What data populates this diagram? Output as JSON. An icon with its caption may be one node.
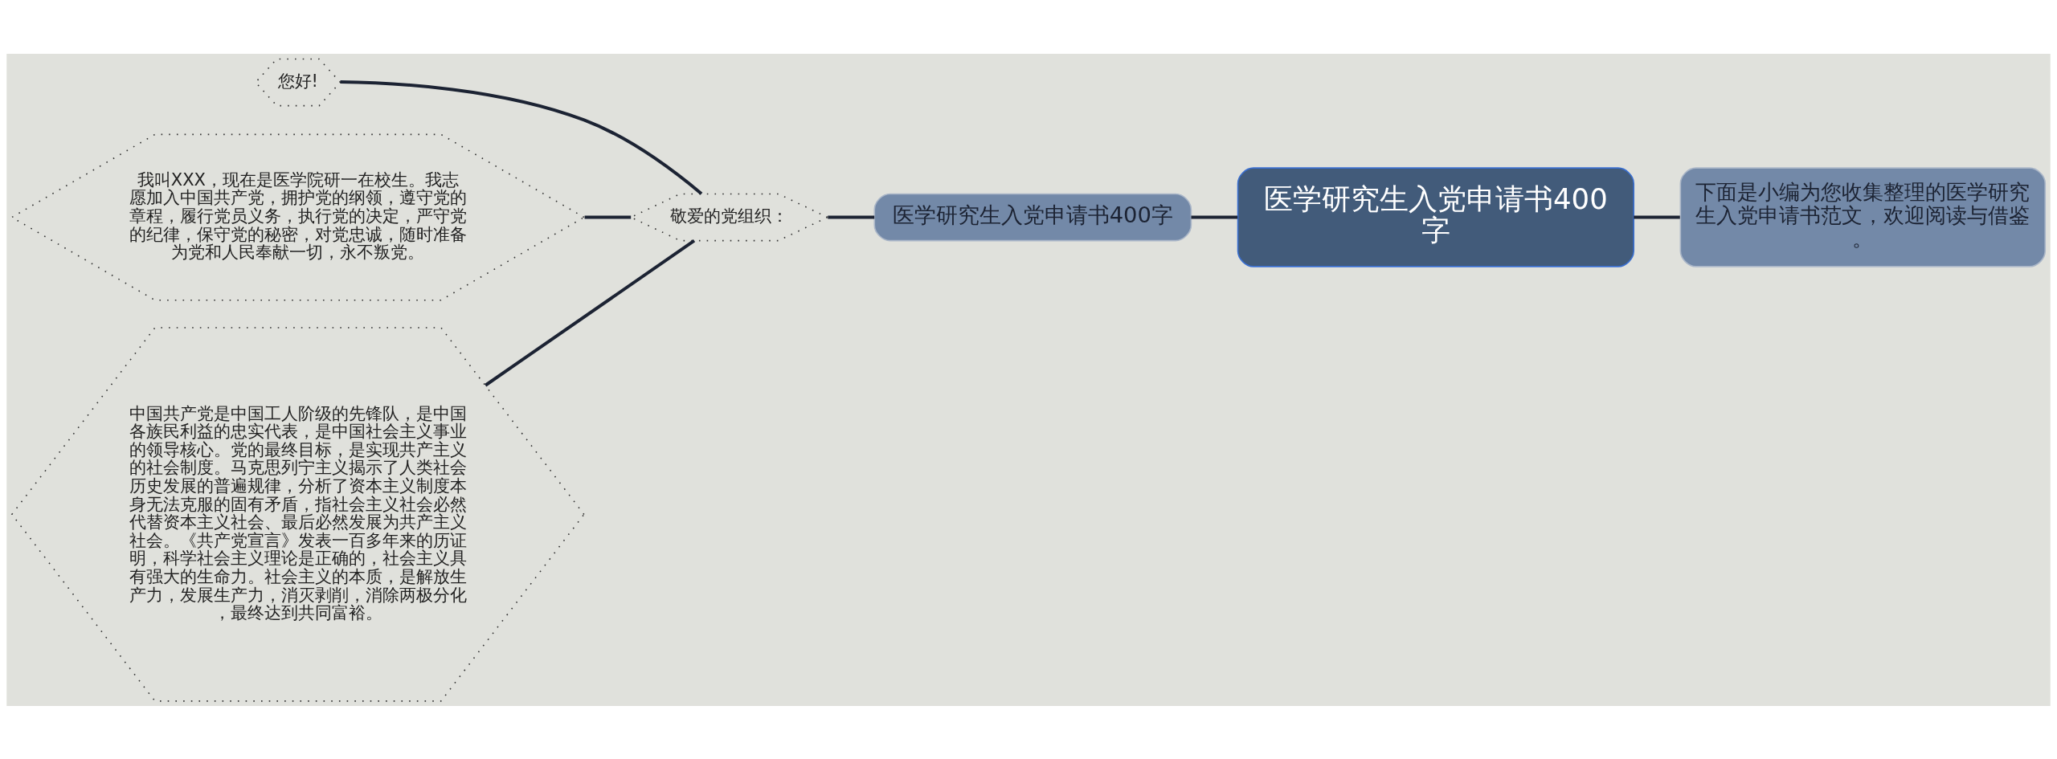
{
  "diagram": {
    "nodes": [
      {
        "text": [
          "医学研究生入党申请书400字"
        ]
      },
      {
        "text": [
          "下面是小编为您收集整理的医学研究生入党申请书范文，欢迎阅读与借鉴。"
        ]
      },
      {
        "text": [
          "医学研究生入党申请书400字"
        ]
      },
      {
        "text": [
          "敬爱的党组织："
        ]
      },
      {
        "text": [
          "您好!"
        ]
      },
      {
        "text": [
          "我叫XXX，现在是医学院研一在校生。我志愿加入中国共产党，拥护党的纲领，遵守党的章程，履行党员义务，执行党的决定，严守党的纪律，保守党的秘密，对党忠诚，随时准备为党和人民奉献一切，永不叛党。"
        ]
      },
      {
        "text": [
          "中国共产党是中国工人阶级的先锋队，是中国各族民利益的忠实代表，是中国社会主义事业的领导核心。党的最终目标，是实现共产主义的社会制度。马克思列宁主义揭示了人类社会历史发展的普遍规律，分析了资本主义制度本身无法克服的固有矛盾，指社会主义社会必然代替资本主义社会、最后必然发展为共产主义社会。《共产党宣言》发表一百多年来的历证明，科学社会主义理论是正确的，社会主义具有强大的生命力。社会主义的本质，是解放生产力，发展生产力，消灭剥削，消除两极分化，最终达到共同富裕。"
        ]
      }
    ],
    "edges": [
      {
        "from": 0,
        "to": 1,
        "arrow": "none"
      },
      {
        "from": 2,
        "to": 0,
        "arrow": "none"
      },
      {
        "from": 3,
        "to": 2,
        "arrow": "none"
      },
      {
        "from": 4,
        "to": 3,
        "arrow": "none"
      },
      {
        "from": 5,
        "to": 3,
        "arrow": "none"
      },
      {
        "from": 6,
        "to": 3,
        "arrow": "none"
      }
    ]
  }
}
